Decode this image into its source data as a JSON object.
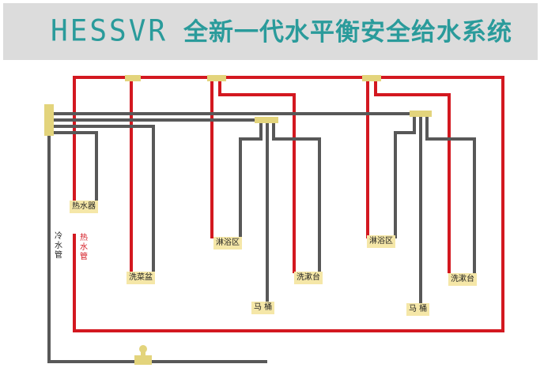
{
  "header": {
    "brand": "HESSVR",
    "title": "全新一代水平衡安全给水系统"
  },
  "colors": {
    "hot_pipe": "#d31820",
    "cold_pipe": "#585858",
    "fitting": "#e3d47c",
    "accent": "#2a9b9b",
    "header_bg": "#dcdcdc"
  },
  "labels": {
    "heater": "热水器",
    "cold_pipe": "冷水管",
    "hot_pipe": "热水管",
    "shower_1": "淋浴区",
    "shower_2": "淋浴区",
    "sink_kitchen": "洗菜盆",
    "basin_1": "洗漱台",
    "basin_2": "洗漱台",
    "toilet_1": "马 桶",
    "toilet_2": "马 桶"
  }
}
